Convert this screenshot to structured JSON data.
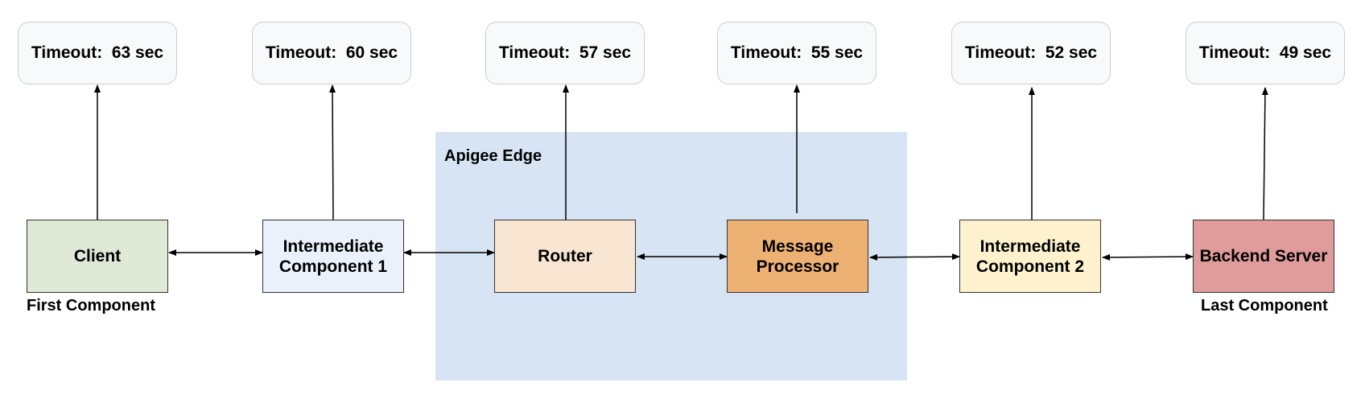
{
  "region": {
    "label": "Apigee Edge",
    "color": "#d6e4f3"
  },
  "timeouts": [
    {
      "text": "Timeout:  63 sec"
    },
    {
      "text": "Timeout:  60 sec"
    },
    {
      "text": "Timeout:  57 sec"
    },
    {
      "text": "Timeout:  55 sec"
    },
    {
      "text": "Timeout:  52 sec"
    },
    {
      "text": "Timeout:  49 sec"
    }
  ],
  "components": [
    {
      "label": "Client",
      "color": "#dfe9d6"
    },
    {
      "label": "Intermediate Component 1",
      "color": "#eaf1fb"
    },
    {
      "label": "Router",
      "color": "#f8e5d2"
    },
    {
      "label": "Message Processor",
      "color": "#eeb174"
    },
    {
      "label": "Intermediate Component 2",
      "color": "#fdf2cd"
    },
    {
      "label": "Backend Server",
      "color": "#e09b9b"
    }
  ],
  "captions": {
    "first": "First Component",
    "last": "Last Component"
  }
}
